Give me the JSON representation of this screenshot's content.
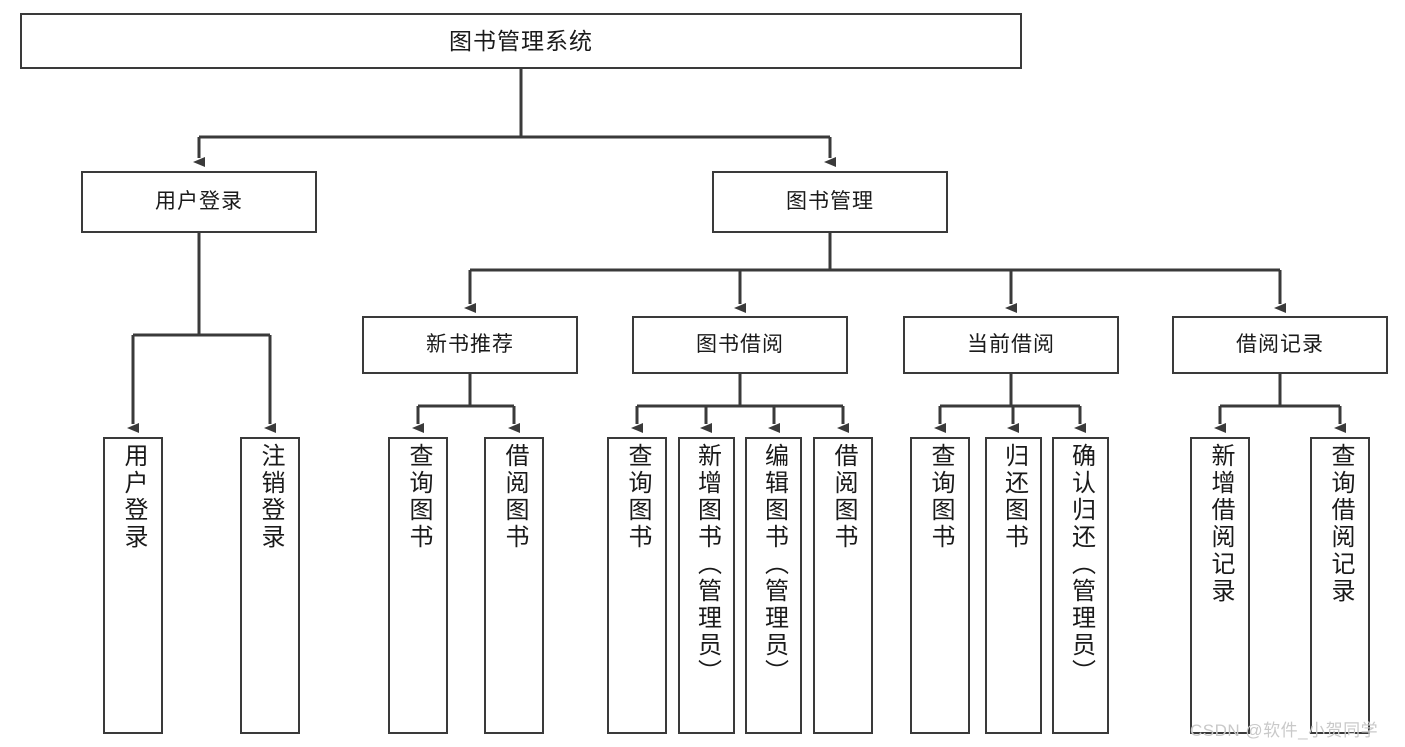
{
  "diagram": {
    "title": "图书管理系统",
    "type": "tree-hierarchy-chart",
    "root": {
      "id": "root",
      "label": "图书管理系统"
    },
    "level2": [
      {
        "id": "user-login",
        "label": "用户登录"
      },
      {
        "id": "book-manage",
        "label": "图书管理"
      }
    ],
    "level3": [
      {
        "id": "new-book-recommend",
        "label": "新书推荐"
      },
      {
        "id": "book-borrow",
        "label": "图书借阅"
      },
      {
        "id": "current-borrow",
        "label": "当前借阅"
      },
      {
        "id": "borrow-record",
        "label": "借阅记录"
      }
    ],
    "leaves": {
      "user_login": [
        {
          "id": "leaf-user-login",
          "label": "用户登录"
        },
        {
          "id": "leaf-logout-login",
          "label": "注销登录"
        }
      ],
      "new_book_recommend": [
        {
          "id": "leaf-query-book-1",
          "label": "查询图书"
        },
        {
          "id": "leaf-borrow-book-1",
          "label": "借阅图书"
        }
      ],
      "book_borrow": [
        {
          "id": "leaf-query-book-2",
          "label": "查询图书"
        },
        {
          "id": "leaf-add-book",
          "label": "新增图书（管理员）"
        },
        {
          "id": "leaf-edit-book",
          "label": "编辑图书（管理员）"
        },
        {
          "id": "leaf-borrow-book-2",
          "label": "借阅图书"
        }
      ],
      "current_borrow": [
        {
          "id": "leaf-query-book-3",
          "label": "查询图书"
        },
        {
          "id": "leaf-return-book",
          "label": "归还图书"
        },
        {
          "id": "leaf-confirm-return",
          "label": "确认归还（管理员）"
        }
      ],
      "borrow_record": [
        {
          "id": "leaf-add-record",
          "label": "新增借阅记录"
        },
        {
          "id": "leaf-query-record",
          "label": "查询借阅记录"
        }
      ]
    }
  },
  "watermark": {
    "text": "CSDN @软件_小贺同学"
  },
  "colors": {
    "border": "#3a3a3a",
    "background": "#ffffff",
    "text": "#1a1a1a",
    "watermark": "#c9c9c9"
  }
}
